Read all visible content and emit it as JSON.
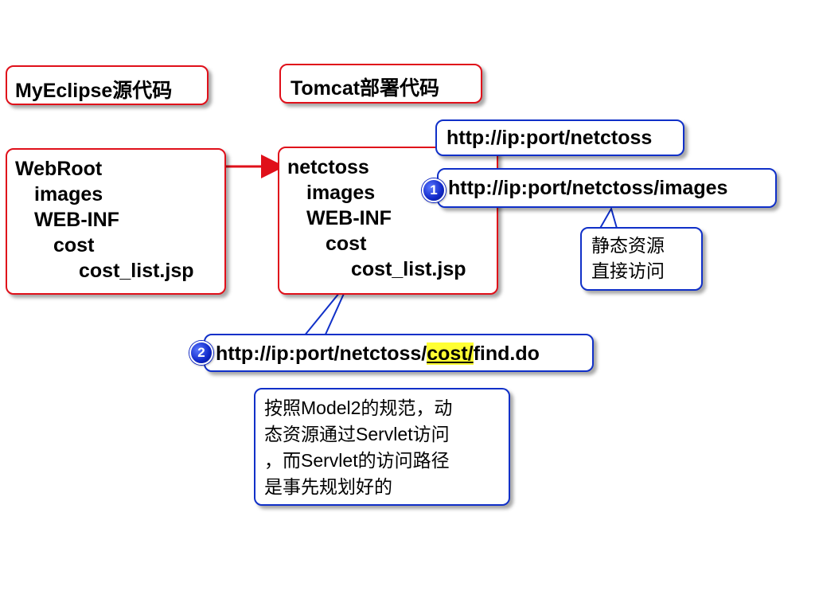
{
  "myeclipse": {
    "title": "MyEclipse源代码",
    "tree": [
      "WebRoot",
      "images",
      "WEB-INF",
      "cost",
      "cost_list.jsp"
    ]
  },
  "tomcat": {
    "title": "Tomcat部署代码",
    "tree": [
      "netctoss",
      "images",
      "WEB-INF",
      "cost",
      "cost_list.jsp"
    ]
  },
  "callouts": {
    "root_url": "http://ip:port/netctoss",
    "images_url": "http://ip:port/netctoss/images",
    "static_note": [
      "静态资源",
      "直接访问"
    ],
    "find_url_prefix": "http://ip:port/netctoss/",
    "find_url_highlight": "cost/",
    "find_url_suffix": "find.do",
    "model2_note": [
      "按照Model2的规范，动",
      "态资源通过Servlet访问",
      "，而Servlet的访问路径",
      "是事先规划好的"
    ]
  },
  "badges": [
    "1",
    "2"
  ],
  "colors": {
    "red": "#e0101a",
    "blue": "#1030c8",
    "highlight": "#ffff33"
  }
}
